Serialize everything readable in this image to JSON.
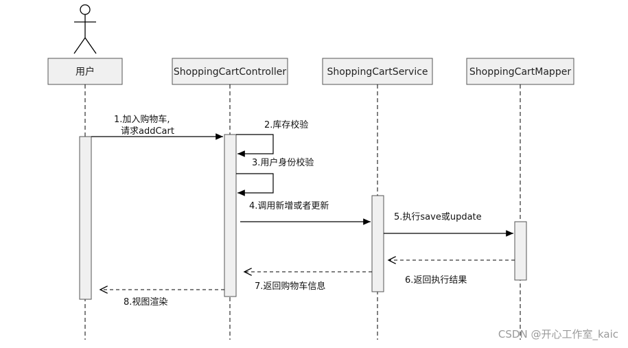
{
  "participants": [
    {
      "id": "user",
      "label": "用户",
      "is_actor": true
    },
    {
      "id": "controller",
      "label": "ShoppingCartController",
      "is_actor": false
    },
    {
      "id": "service",
      "label": "ShoppingCartService",
      "is_actor": false
    },
    {
      "id": "mapper",
      "label": "ShoppingCartMapper",
      "is_actor": false
    }
  ],
  "messages": [
    {
      "id": "m1",
      "line1": "1.加入购物车,",
      "line2": "请求addCart"
    },
    {
      "id": "m2",
      "text": "2.库存校验"
    },
    {
      "id": "m3",
      "text": "3.用户身份校验"
    },
    {
      "id": "m4",
      "text": "4.调用新增或者更新"
    },
    {
      "id": "m5",
      "text": "5.执行save或update"
    },
    {
      "id": "m6",
      "text": "6.返回执行结果"
    },
    {
      "id": "m7",
      "text": "7.返回购物车信息"
    },
    {
      "id": "m8",
      "text": "8.视图渲染"
    }
  ],
  "watermark": "CSDN @开心工作室_kaic"
}
